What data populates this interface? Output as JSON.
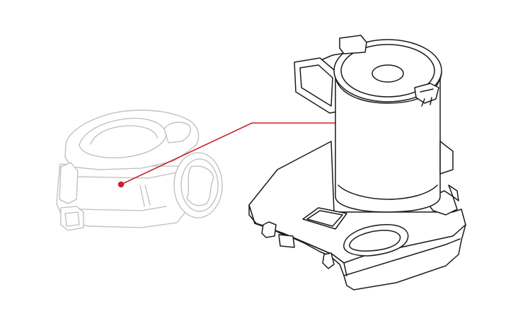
{
  "diagram": {
    "parts": [
      {
        "id": "vacuum-cleaner",
        "role": "overview"
      },
      {
        "id": "dust-container-assembly",
        "role": "detail"
      }
    ],
    "callout": {
      "from": "vacuum-cleaner",
      "to": "dust-container-assembly"
    },
    "colors": {
      "line_art": "#1a1a1a",
      "ghost_line_art": "#bdbdbd",
      "callout": "#c8202a",
      "background": "#ffffff"
    }
  }
}
